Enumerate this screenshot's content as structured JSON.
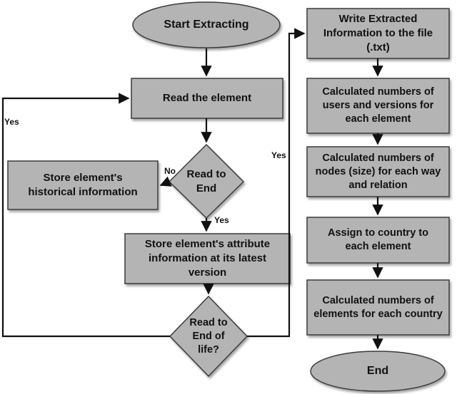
{
  "flowchart": {
    "colors": {
      "fill": "#b4b4b4",
      "stroke": "#3a3a3a",
      "line": "#111111"
    },
    "nodes": {
      "start": "Start Extracting",
      "read_element": "Read the element",
      "store_historical": "Store element's historical information",
      "read_to_end": "Read to End",
      "store_attribute": "Store element's attribute information at its latest version",
      "read_to_end_of_life": "Read to End of life?",
      "write_file": "Write Extracted Information to the file (.txt)",
      "calc_users_versions": "Calculated numbers of users and versions for each element",
      "calc_nodes_size": "Calculated numbers of nodes (size) for each way and relation",
      "assign_country": "Assign to country to each element",
      "calc_elements_country": "Calculated numbers of elements for each country",
      "end": "End"
    },
    "edge_labels": {
      "no": "No",
      "yes_read_to_end": "Yes",
      "yes_loop_back": "Yes",
      "yes_to_write": "Yes"
    }
  }
}
